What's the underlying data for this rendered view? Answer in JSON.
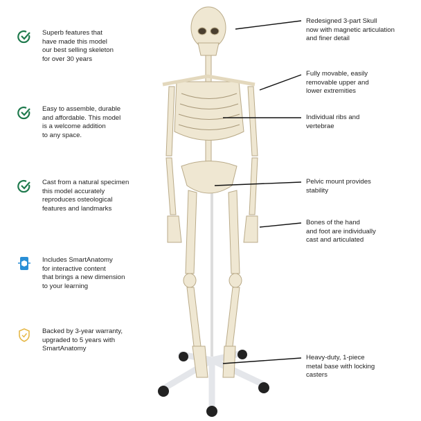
{
  "features": [
    {
      "icon": "check-circle-icon",
      "text": "Superb features that\nhave made this model\nour best selling skeleton\nfor over 30 years"
    },
    {
      "icon": "check-circle-icon",
      "text": "Easy to assemble, durable\nand affordable.  This model\nis a welcome addition\nto any space."
    },
    {
      "icon": "check-circle-icon",
      "text": "Cast from a natural specimen\nthis model accurately\nreproduces osteological\nfeatures and landmarks"
    },
    {
      "icon": "smartanatomy-app-icon",
      "text": "Includes SmartAnatomy\nfor interactive content\nthat brings a new dimension\nto your learning"
    },
    {
      "icon": "warranty-shield-icon",
      "text": "Backed by 3-year warranty,\nupgraded to 5 years with\nSmartAnatomy"
    }
  ],
  "callouts": [
    {
      "text": "Redesigned 3-part Skull\nnow with magnetic articulation\nand finer detail"
    },
    {
      "text": "Fully movable, easily\nremovable upper and\nlower extremities"
    },
    {
      "text": "Individual ribs and\nvertebrae"
    },
    {
      "text": "Pelvic mount provides\nstability"
    },
    {
      "text": "Bones of the hand\nand foot are individually\ncast and articulated"
    },
    {
      "text": "Heavy-duty, 1-piece\nmetal base with locking\ncasters"
    }
  ],
  "colors": {
    "check": "#1f7a4d",
    "app": "#2a8fd6",
    "shield": "#e6b94a",
    "bone": "#efe7d2"
  }
}
